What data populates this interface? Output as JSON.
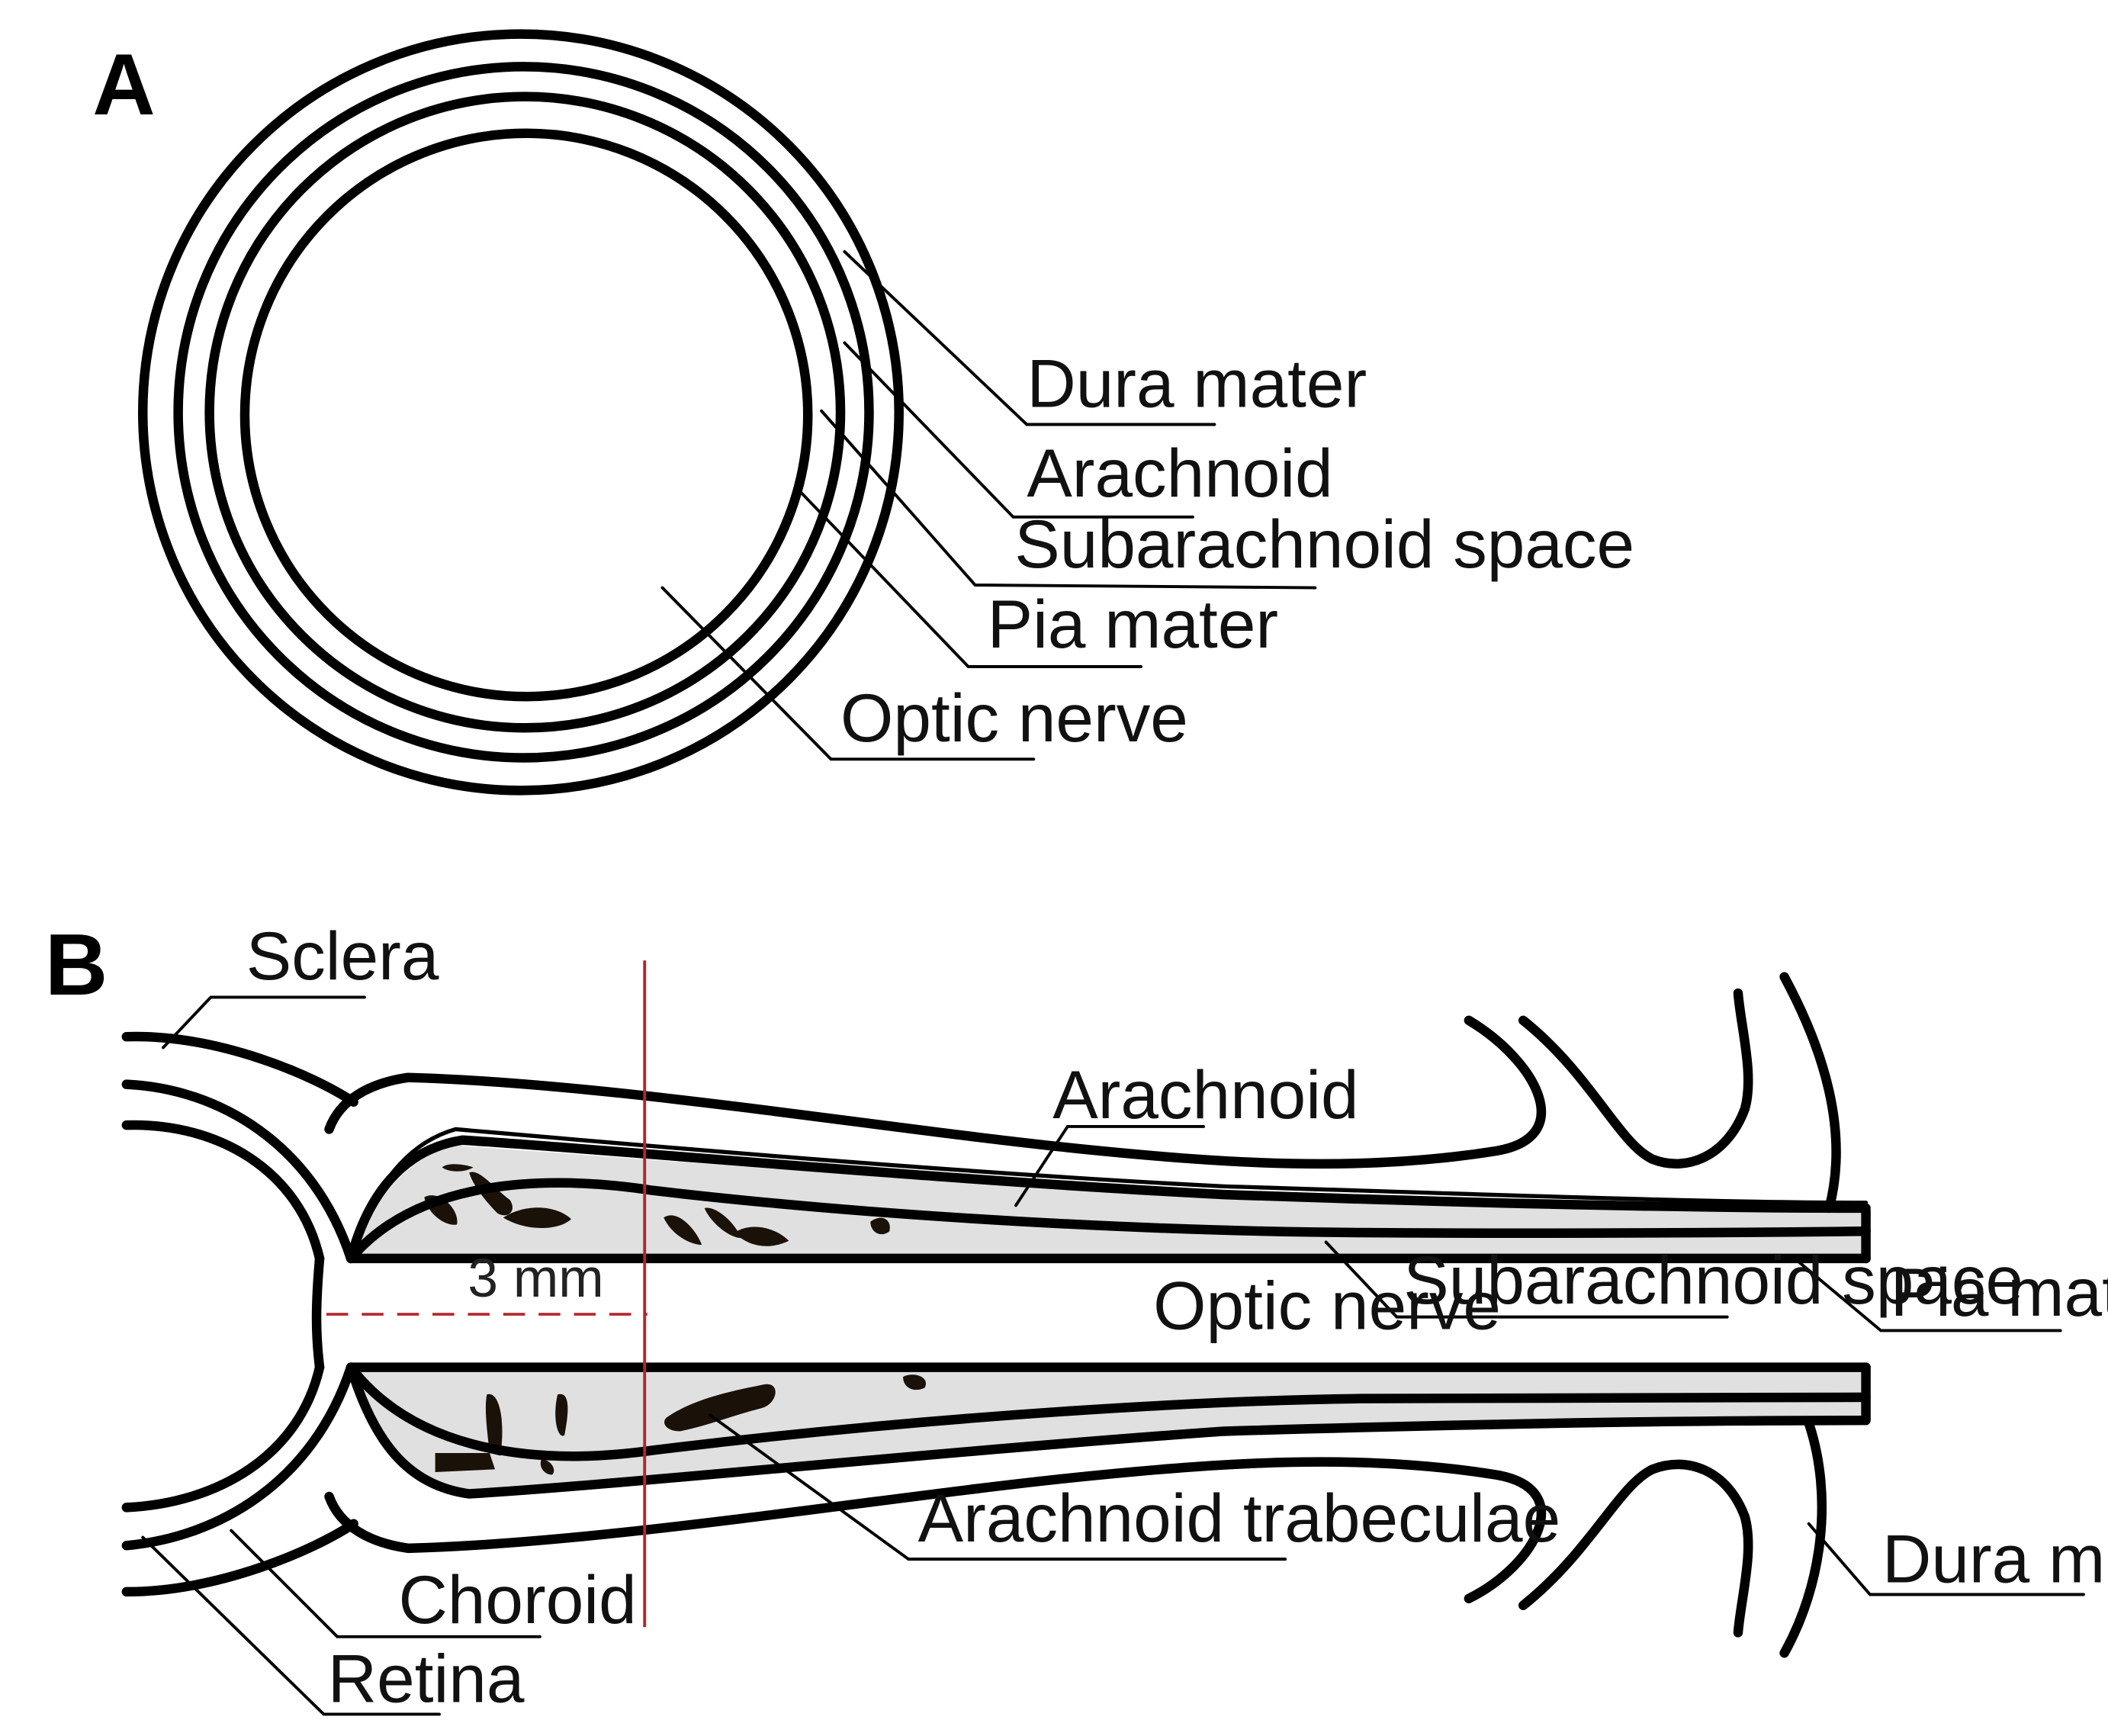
{
  "panel_a": {
    "letter": "A",
    "labels": {
      "dura_mater": "Dura mater",
      "arachnoid": "Arachnoid",
      "subarachnoid_space": "Subarachnoid space",
      "pia_mater": "Pia mater",
      "optic_nerve": "Optic nerve"
    }
  },
  "panel_b": {
    "letter": "B",
    "labels": {
      "sclera": "Sclera",
      "arachnoid": "Arachnoid",
      "subarachnoid_space": "Subarachnoid space",
      "pia_mater": "Pia mater",
      "optic_nerve": "Optic nerve",
      "arachnoid_trabeculae": "Arachnoid trabeculae",
      "dura_mater": "Dura mater",
      "choroid": "Choroid",
      "retina": "Retina"
    },
    "scale_text": "3 mm"
  },
  "colors": {
    "outline": "#000000",
    "sheath_fill": "#e0e0e0",
    "trabeculae": "#1a1208",
    "marker_line": "#b0282c"
  }
}
